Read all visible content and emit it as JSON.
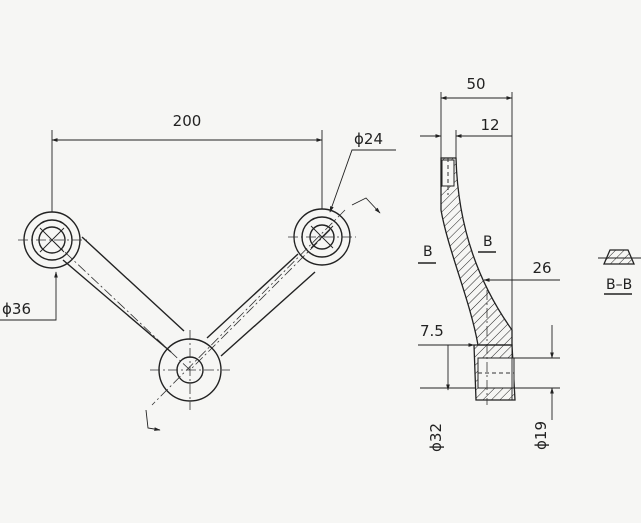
{
  "dimensions": {
    "span": "200",
    "hole_dia": "ϕ24",
    "boss_dia": "ϕ36",
    "height": "50",
    "top_offset": "12",
    "arm_depth": "26",
    "step": "7.5",
    "base_dia": "ϕ32",
    "bore_dia": "ϕ19"
  },
  "section": {
    "marker_left": "B",
    "marker_right": "B",
    "label": "B–B"
  }
}
